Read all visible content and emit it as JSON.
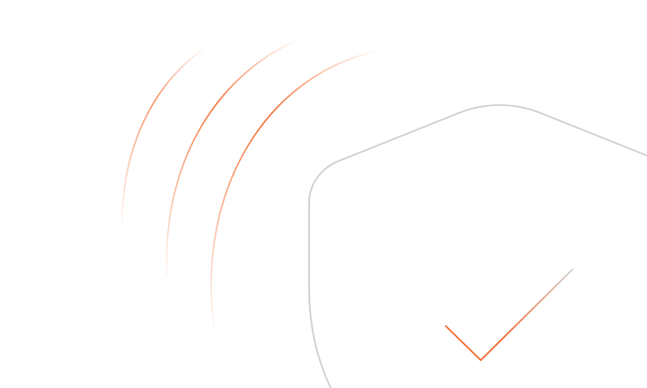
{
  "illustration": {
    "subject": "security-shield-with-checkmark",
    "elements": [
      "shield-outline",
      "checkmark",
      "motion-arcs"
    ],
    "colors": {
      "background": "#ffffff",
      "shield_stroke": "#cfcfcf",
      "accent": "#f26a2e",
      "accent_fade": "#fbd5c2"
    }
  }
}
